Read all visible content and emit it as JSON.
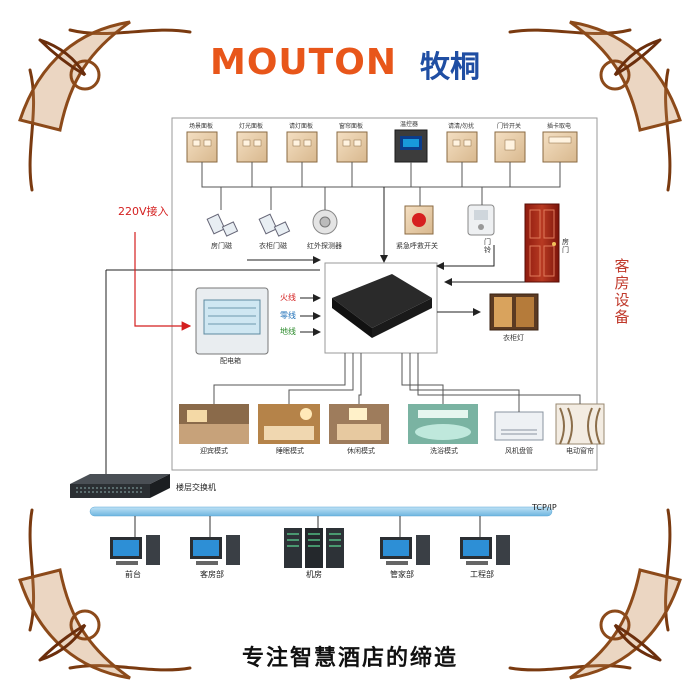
{
  "brand": {
    "name_en": "MOUTON",
    "name_cn": "牧桐"
  },
  "slogan": "专注智慧酒店的缔造",
  "room_label": "客房设备",
  "power_label": "220V接入",
  "panels": [
    {
      "label": "场景面板"
    },
    {
      "label": "灯光面板"
    },
    {
      "label": "请灯面板"
    },
    {
      "label": "窗帘面板"
    },
    {
      "label": "温控器"
    },
    {
      "label": "请清/勿扰"
    },
    {
      "label": "门铃开关"
    },
    {
      "label": "插卡取电"
    }
  ],
  "sensors": [
    {
      "label": "房门磁"
    },
    {
      "label": "衣柜门磁"
    },
    {
      "label": "红外探测器"
    },
    {
      "label": "紧急呼救开关"
    },
    {
      "label": "门铃"
    }
  ],
  "door_label": "房门",
  "wardrobe_light": "衣柜灯",
  "distribution_box": "配电箱",
  "wires": {
    "live": "火线",
    "neutral": "零线",
    "ground": "地线"
  },
  "modes": [
    {
      "label": "迎宾模式"
    },
    {
      "label": "睡眠模式"
    },
    {
      "label": "休闲模式"
    },
    {
      "label": "洗浴模式"
    },
    {
      "label": "风机盘管"
    },
    {
      "label": "电动窗帘"
    }
  ],
  "switch_label": "楼层交换机",
  "network_label": "TCP/IP",
  "departments": [
    {
      "label": "前台"
    },
    {
      "label": "客房部"
    },
    {
      "label": "机房"
    },
    {
      "label": "管家部"
    },
    {
      "label": "工程部"
    }
  ]
}
